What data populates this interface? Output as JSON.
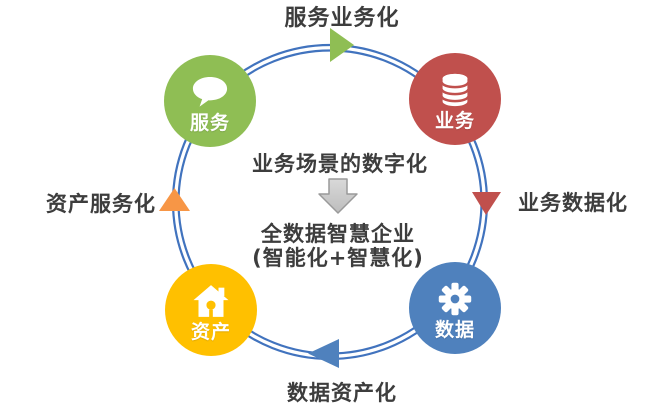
{
  "background_color": "#ffffff",
  "cycle": {
    "ring_color": "#4173BE",
    "ring_style": "double-line",
    "outer_labels": {
      "top": "服务业务化",
      "right": "业务数据化",
      "bottom": "数据资产化",
      "left": "资产服务化"
    },
    "flow_arrows": [
      {
        "position": "top",
        "direction": "right",
        "color": "#8FBE54"
      },
      {
        "position": "right",
        "direction": "down",
        "color": "#C0504D"
      },
      {
        "position": "bottom",
        "direction": "left",
        "color": "#4F81BD"
      },
      {
        "position": "left",
        "direction": "up",
        "color": "#F79646"
      }
    ],
    "nodes": [
      {
        "id": "service",
        "label": "服务",
        "icon": "speech-bubble-icon",
        "color": "#8FBE54"
      },
      {
        "id": "business",
        "label": "业务",
        "icon": "database-icon",
        "color": "#C0504D"
      },
      {
        "id": "asset",
        "label": "资产",
        "icon": "home-icon",
        "color": "#FFC000"
      },
      {
        "id": "data",
        "label": "数据",
        "icon": "gear-icon",
        "color": "#4F81BD"
      }
    ]
  },
  "center": {
    "line1": "业务场景的数字化",
    "arrow_icon": "down-block-arrow",
    "arrow_color": "#C9C9C9",
    "line2": "全数据智慧企业",
    "line3": "(智能化+智慧化)"
  },
  "text_color": "#3D3D3D"
}
